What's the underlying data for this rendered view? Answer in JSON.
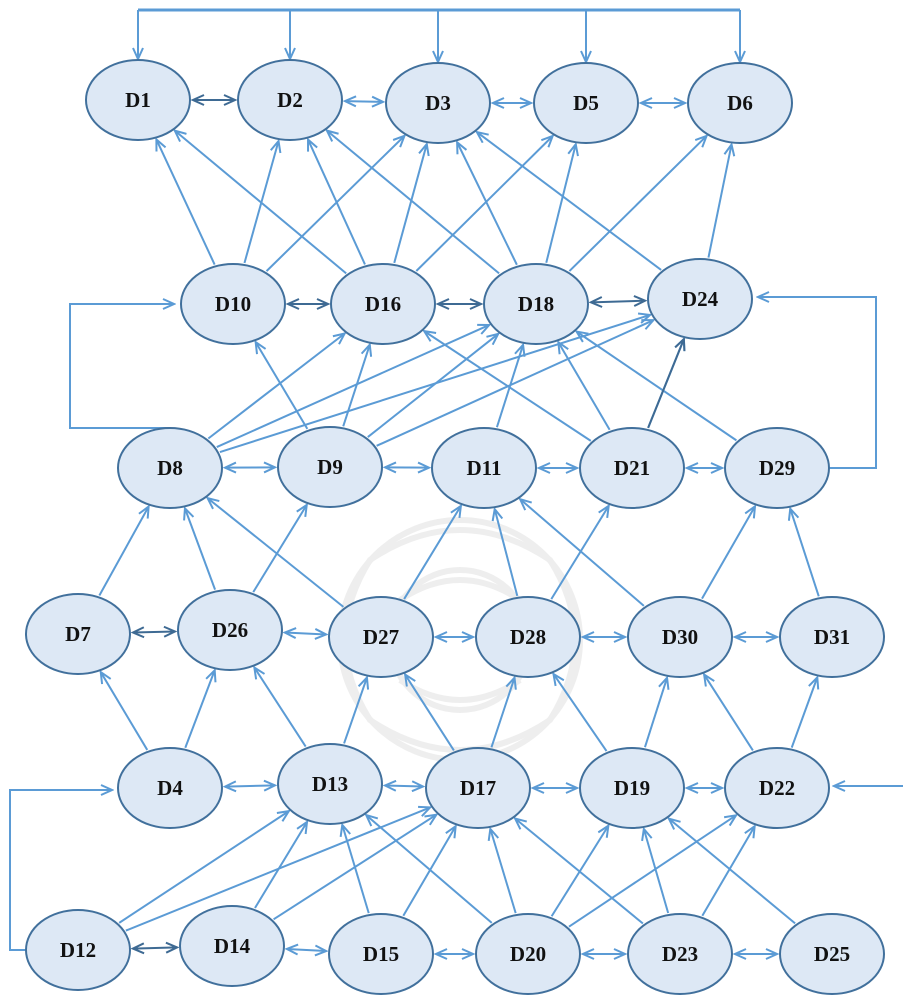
{
  "colors": {
    "node_fill": "#dde8f5",
    "node_stroke": "#41709c",
    "arrow": "#5b9bd5",
    "arrow_dark": "#3e6a93",
    "watermark": "#7a7a7a"
  },
  "nodes": [
    {
      "id": "D1",
      "label": "D1"
    },
    {
      "id": "D2",
      "label": "D2"
    },
    {
      "id": "D3",
      "label": "D3"
    },
    {
      "id": "D5",
      "label": "D5"
    },
    {
      "id": "D6",
      "label": "D6"
    },
    {
      "id": "D10",
      "label": "D10"
    },
    {
      "id": "D16",
      "label": "D16"
    },
    {
      "id": "D18",
      "label": "D18"
    },
    {
      "id": "D24",
      "label": "D24"
    },
    {
      "id": "D8",
      "label": "D8"
    },
    {
      "id": "D9",
      "label": "D9"
    },
    {
      "id": "D11",
      "label": "D11"
    },
    {
      "id": "D21",
      "label": "D21"
    },
    {
      "id": "D29",
      "label": "D29"
    },
    {
      "id": "D7",
      "label": "D7"
    },
    {
      "id": "D26",
      "label": "D26"
    },
    {
      "id": "D27",
      "label": "D27"
    },
    {
      "id": "D28",
      "label": "D28"
    },
    {
      "id": "D30",
      "label": "D30"
    },
    {
      "id": "D31",
      "label": "D31"
    },
    {
      "id": "D4",
      "label": "D4"
    },
    {
      "id": "D13",
      "label": "D13"
    },
    {
      "id": "D17",
      "label": "D17"
    },
    {
      "id": "D19",
      "label": "D19"
    },
    {
      "id": "D22",
      "label": "D22"
    },
    {
      "id": "D12",
      "label": "D12"
    },
    {
      "id": "D14",
      "label": "D14"
    },
    {
      "id": "D15",
      "label": "D15"
    },
    {
      "id": "D20",
      "label": "D20"
    },
    {
      "id": "D23",
      "label": "D23"
    },
    {
      "id": "D25",
      "label": "D25"
    }
  ],
  "bidirectional_edges": [
    [
      "D1",
      "D2",
      true
    ],
    [
      "D2",
      "D3",
      false
    ],
    [
      "D3",
      "D5",
      false
    ],
    [
      "D5",
      "D6",
      false
    ],
    [
      "D10",
      "D16",
      true
    ],
    [
      "D16",
      "D18",
      true
    ],
    [
      "D18",
      "D24",
      true
    ],
    [
      "D8",
      "D9",
      false
    ],
    [
      "D9",
      "D11",
      false
    ],
    [
      "D11",
      "D21",
      false
    ],
    [
      "D21",
      "D29",
      false
    ],
    [
      "D7",
      "D26",
      true
    ],
    [
      "D26",
      "D27",
      false
    ],
    [
      "D27",
      "D28",
      false
    ],
    [
      "D28",
      "D30",
      false
    ],
    [
      "D30",
      "D31",
      false
    ],
    [
      "D4",
      "D13",
      false
    ],
    [
      "D13",
      "D17",
      false
    ],
    [
      "D17",
      "D19",
      false
    ],
    [
      "D19",
      "D22",
      false
    ],
    [
      "D12",
      "D14",
      true
    ],
    [
      "D14",
      "D15",
      false
    ],
    [
      "D15",
      "D20",
      false
    ],
    [
      "D20",
      "D23",
      false
    ],
    [
      "D23",
      "D25",
      false
    ]
  ],
  "directed_edges": [
    [
      "D10",
      "D1"
    ],
    [
      "D10",
      "D2"
    ],
    [
      "D10",
      "D3"
    ],
    [
      "D16",
      "D1"
    ],
    [
      "D16",
      "D2"
    ],
    [
      "D16",
      "D3"
    ],
    [
      "D16",
      "D5"
    ],
    [
      "D18",
      "D2"
    ],
    [
      "D18",
      "D3"
    ],
    [
      "D18",
      "D5"
    ],
    [
      "D18",
      "D6"
    ],
    [
      "D24",
      "D3"
    ],
    [
      "D24",
      "D6"
    ],
    [
      "D9",
      "D10"
    ],
    [
      "D9",
      "D16"
    ],
    [
      "D9",
      "D18"
    ],
    [
      "D9",
      "D24"
    ],
    [
      "D8",
      "D16"
    ],
    [
      "D8",
      "D18"
    ],
    [
      "D8",
      "D24"
    ],
    [
      "D11",
      "D18"
    ],
    [
      "D21",
      "D16"
    ],
    [
      "D21",
      "D18"
    ],
    [
      "D21",
      "D24"
    ],
    [
      "D29",
      "D18"
    ],
    [
      "D7",
      "D8"
    ],
    [
      "D26",
      "D8"
    ],
    [
      "D26",
      "D9"
    ],
    [
      "D27",
      "D8"
    ],
    [
      "D27",
      "D11"
    ],
    [
      "D28",
      "D11"
    ],
    [
      "D28",
      "D21"
    ],
    [
      "D30",
      "D11"
    ],
    [
      "D30",
      "D29"
    ],
    [
      "D31",
      "D29"
    ],
    [
      "D4",
      "D7"
    ],
    [
      "D4",
      "D26"
    ],
    [
      "D13",
      "D26"
    ],
    [
      "D13",
      "D27"
    ],
    [
      "D17",
      "D27"
    ],
    [
      "D17",
      "D28"
    ],
    [
      "D19",
      "D28"
    ],
    [
      "D19",
      "D30"
    ],
    [
      "D22",
      "D30"
    ],
    [
      "D22",
      "D31"
    ],
    [
      "D12",
      "D13"
    ],
    [
      "D12",
      "D17"
    ],
    [
      "D14",
      "D13"
    ],
    [
      "D14",
      "D17"
    ],
    [
      "D15",
      "D13"
    ],
    [
      "D15",
      "D17"
    ],
    [
      "D20",
      "D13"
    ],
    [
      "D20",
      "D17"
    ],
    [
      "D20",
      "D19"
    ],
    [
      "D20",
      "D22"
    ],
    [
      "D23",
      "D17"
    ],
    [
      "D23",
      "D19"
    ],
    [
      "D23",
      "D22"
    ],
    [
      "D25",
      "D19"
    ]
  ],
  "directed_dark_edges": [
    [
      "D21",
      "D24"
    ]
  ],
  "feedback_edges": [
    {
      "from": "D8",
      "to": "D10"
    },
    {
      "from": "D29",
      "to": "D24"
    },
    {
      "from": "D12",
      "to": "D4"
    },
    {
      "from": "right-edge",
      "to": "D22"
    },
    {
      "from": "top-bus",
      "to": "D1"
    },
    {
      "from": "top-bus",
      "to": "D2"
    },
    {
      "from": "top-bus",
      "to": "D3"
    },
    {
      "from": "top-bus",
      "to": "D5"
    },
    {
      "from": "top-bus",
      "to": "D6"
    }
  ]
}
